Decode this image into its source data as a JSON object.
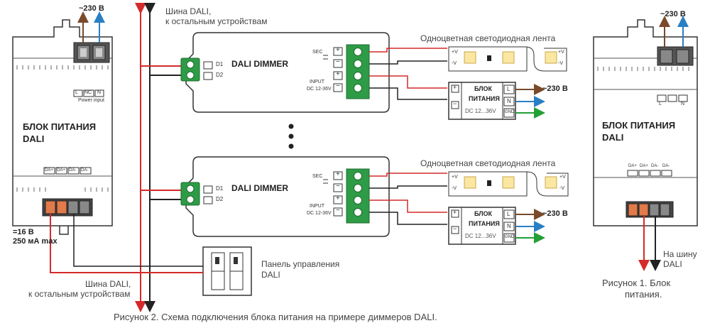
{
  "left_psu": {
    "voltage_top": "~230 В",
    "title_line1": "БЛОК ПИТАНИЯ",
    "title_line2": "DALI",
    "power_input_label": "Power input",
    "term_L": "L",
    "term_NC": "NC",
    "term_N": "N",
    "dali_terms": [
      "DA+",
      "DA+",
      "DA-",
      "DA-"
    ],
    "output_line1": "=16 В",
    "output_line2": "250 мА max"
  },
  "bus_top_line1": "Шина DALI,",
  "bus_top_line2": "к остальным устройствам",
  "bus_bottom_line1": "Шина DALI,",
  "bus_bottom_line2": "к остальным устройствам",
  "dimmer": {
    "title": "DALI DIMMER",
    "d1": "D1",
    "d2": "D2",
    "sec": "SEC",
    "input_line1": "INPUT",
    "input_line2": "DC 12-36V",
    "plus": "+",
    "minus": "−"
  },
  "led_label": "Одноцветная светодиодная лента",
  "led_v_plus": "+V",
  "led_v_minus": "-V",
  "small_psu": {
    "line1": "БЛОК",
    "line2": "ПИТАНИЯ",
    "dc": "DC 12...36V",
    "L": "L",
    "N": "N",
    "gnd": "GND",
    "voltage": "~230 В"
  },
  "panel_line1": "Панель управления",
  "panel_line2": "DALI",
  "caption_fig2": "Рисунок 2. Схема подключения блока питания на примере диммеров DALI.",
  "right_psu": {
    "voltage_top": "~230 В",
    "title_line1": "БЛОК ПИТАНИЯ",
    "title_line2": "DALI",
    "term_L": "L",
    "term_N": "N",
    "dali_terms": [
      "DA+",
      "DA+",
      "DA-",
      "DA-"
    ],
    "bus_line1": "На шину",
    "bus_line2": "DALI"
  },
  "caption_fig1_line1": "Рисунок 1. Блок",
  "caption_fig1_line2": "питания.",
  "colors": {
    "red": "#d42a2a",
    "brown": "#7a4a2a",
    "blue": "#2a7fc4",
    "green": "#23a035",
    "terminal_green": "#2e9b46",
    "orange": "#e27a4a"
  }
}
